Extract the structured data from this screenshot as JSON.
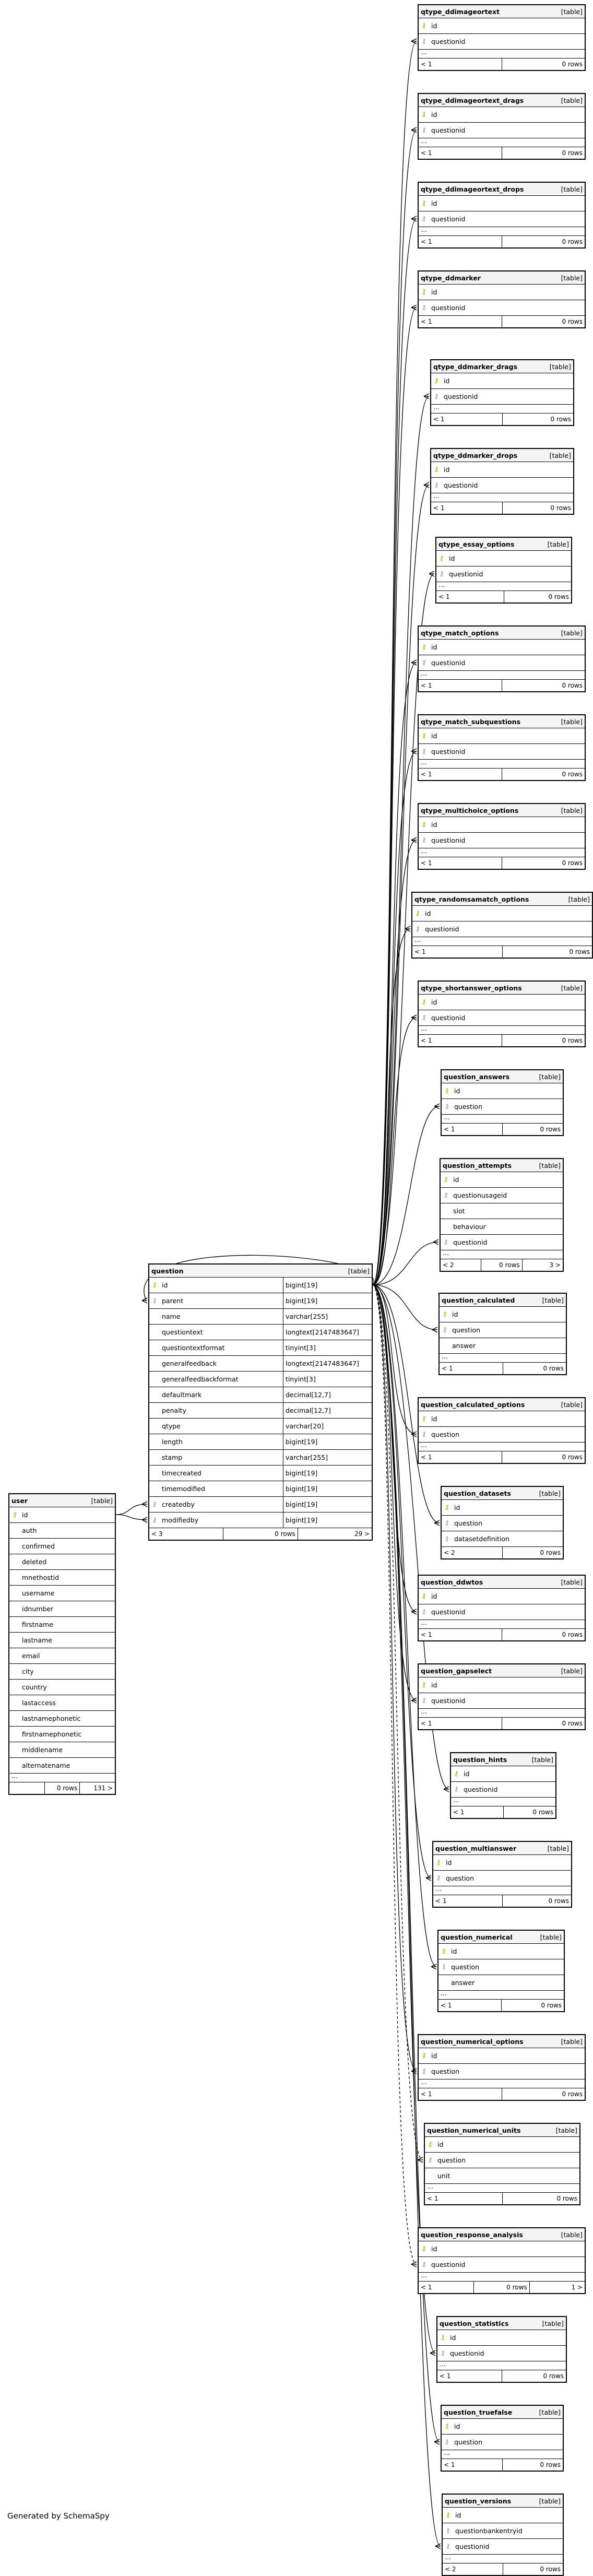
{
  "generated_by": "Generated by SchemaSpy",
  "icons": {
    "primary_key": "key-icon",
    "foreign_key": "fk-key-icon"
  },
  "colors": {
    "primary_key": "#c9a400",
    "foreign_key": "#999999",
    "border": "#000000",
    "header_bg": "#f4f4f4"
  },
  "tables": [
    {
      "id": "t0",
      "name": "qtype_ddimageortext",
      "type": "[table]",
      "columns": [
        {
          "name": "id",
          "key": "pk"
        },
        {
          "name": "questionid",
          "key": "fk"
        }
      ],
      "ellipsis": true,
      "footer": [
        "< 1",
        "0 rows"
      ]
    },
    {
      "id": "t1",
      "name": "qtype_ddimageortext_drags",
      "type": "[table]",
      "columns": [
        {
          "name": "id",
          "key": "pk"
        },
        {
          "name": "questionid",
          "key": "fk"
        }
      ],
      "ellipsis": true,
      "footer": [
        "< 1",
        "0 rows"
      ]
    },
    {
      "id": "t2",
      "name": "qtype_ddimageortext_drops",
      "type": "[table]",
      "columns": [
        {
          "name": "id",
          "key": "pk"
        },
        {
          "name": "questionid",
          "key": "fk"
        }
      ],
      "ellipsis": true,
      "footer": [
        "< 1",
        "0 rows"
      ]
    },
    {
      "id": "t3",
      "name": "qtype_ddmarker",
      "type": "[table]",
      "columns": [
        {
          "name": "id",
          "key": "pk"
        },
        {
          "name": "questionid",
          "key": "fk"
        }
      ],
      "ellipsis": false,
      "footer": [
        "< 1",
        "0 rows"
      ]
    },
    {
      "id": "t4",
      "name": "qtype_ddmarker_drags",
      "type": "[table]",
      "columns": [
        {
          "name": "id",
          "key": "pk"
        },
        {
          "name": "questionid",
          "key": "fk"
        }
      ],
      "ellipsis": true,
      "footer": [
        "< 1",
        "0 rows"
      ]
    },
    {
      "id": "t5",
      "name": "qtype_ddmarker_drops",
      "type": "[table]",
      "columns": [
        {
          "name": "id",
          "key": "pk"
        },
        {
          "name": "questionid",
          "key": "fk"
        }
      ],
      "ellipsis": true,
      "footer": [
        "< 1",
        "0 rows"
      ]
    },
    {
      "id": "t6",
      "name": "qtype_essay_options",
      "type": "[table]",
      "columns": [
        {
          "name": "id",
          "key": "pk"
        },
        {
          "name": "questionid",
          "key": "fk"
        }
      ],
      "ellipsis": true,
      "footer": [
        "< 1",
        "0 rows"
      ]
    },
    {
      "id": "t7",
      "name": "qtype_match_options",
      "type": "[table]",
      "columns": [
        {
          "name": "id",
          "key": "pk"
        },
        {
          "name": "questionid",
          "key": "fk"
        }
      ],
      "ellipsis": true,
      "footer": [
        "< 1",
        "0 rows"
      ]
    },
    {
      "id": "t8",
      "name": "qtype_match_subquestions",
      "type": "[table]",
      "columns": [
        {
          "name": "id",
          "key": "pk"
        },
        {
          "name": "questionid",
          "key": "fk"
        }
      ],
      "ellipsis": true,
      "footer": [
        "< 1",
        "0 rows"
      ]
    },
    {
      "id": "t9",
      "name": "qtype_multichoice_options",
      "type": "[table]",
      "columns": [
        {
          "name": "id",
          "key": "pk"
        },
        {
          "name": "questionid",
          "key": "fk"
        }
      ],
      "ellipsis": true,
      "footer": [
        "< 1",
        "0 rows"
      ]
    },
    {
      "id": "t10",
      "name": "qtype_randomsamatch_options",
      "type": "[table]",
      "columns": [
        {
          "name": "id",
          "key": "pk"
        },
        {
          "name": "questionid",
          "key": "fk"
        }
      ],
      "ellipsis": true,
      "footer": [
        "< 1",
        "0 rows"
      ]
    },
    {
      "id": "t11",
      "name": "qtype_shortanswer_options",
      "type": "[table]",
      "columns": [
        {
          "name": "id",
          "key": "pk"
        },
        {
          "name": "questionid",
          "key": "fk"
        }
      ],
      "ellipsis": true,
      "footer": [
        "< 1",
        "0 rows"
      ]
    },
    {
      "id": "t12",
      "name": "question_answers",
      "type": "[table]",
      "columns": [
        {
          "name": "id",
          "key": "pk"
        },
        {
          "name": "question",
          "key": "fk"
        }
      ],
      "ellipsis": true,
      "footer": [
        "< 1",
        "0 rows"
      ]
    },
    {
      "id": "t13",
      "name": "question_attempts",
      "type": "[table]",
      "columns": [
        {
          "name": "id",
          "key": "pk"
        },
        {
          "name": "questionusageid",
          "key": "fk"
        },
        {
          "name": "slot",
          "key": ""
        },
        {
          "name": "behaviour",
          "key": ""
        },
        {
          "name": "questionid",
          "key": "fk"
        }
      ],
      "ellipsis": true,
      "footer": [
        "< 2",
        "0 rows",
        "3 >"
      ]
    },
    {
      "id": "t14",
      "name": "question_calculated",
      "type": "[table]",
      "columns": [
        {
          "name": "id",
          "key": "pk"
        },
        {
          "name": "question",
          "key": "fk"
        },
        {
          "name": "answer",
          "key": ""
        }
      ],
      "ellipsis": true,
      "footer": [
        "< 1",
        "0 rows"
      ]
    },
    {
      "id": "t15",
      "name": "question_calculated_options",
      "type": "[table]",
      "columns": [
        {
          "name": "id",
          "key": "pk"
        },
        {
          "name": "question",
          "key": "fk"
        }
      ],
      "ellipsis": true,
      "footer": [
        "< 1",
        "0 rows"
      ]
    },
    {
      "id": "t16",
      "name": "question_datasets",
      "type": "[table]",
      "columns": [
        {
          "name": "id",
          "key": "pk"
        },
        {
          "name": "question",
          "key": "fk"
        },
        {
          "name": "datasetdefinition",
          "key": "fk"
        }
      ],
      "ellipsis": false,
      "footer": [
        "< 2",
        "0 rows"
      ]
    },
    {
      "id": "t17",
      "name": "question_ddwtos",
      "type": "[table]",
      "columns": [
        {
          "name": "id",
          "key": "pk"
        },
        {
          "name": "questionid",
          "key": "fk"
        }
      ],
      "ellipsis": true,
      "footer": [
        "< 1",
        "0 rows"
      ]
    },
    {
      "id": "t18",
      "name": "question_gapselect",
      "type": "[table]",
      "columns": [
        {
          "name": "id",
          "key": "pk"
        },
        {
          "name": "questionid",
          "key": "fk"
        }
      ],
      "ellipsis": true,
      "footer": [
        "< 1",
        "0 rows"
      ]
    },
    {
      "id": "t19",
      "name": "question_hints",
      "type": "[table]",
      "columns": [
        {
          "name": "id",
          "key": "pk"
        },
        {
          "name": "questionid",
          "key": "fk"
        }
      ],
      "ellipsis": true,
      "footer": [
        "< 1",
        "0 rows"
      ]
    },
    {
      "id": "t20",
      "name": "question_multianswer",
      "type": "[table]",
      "columns": [
        {
          "name": "id",
          "key": "pk"
        },
        {
          "name": "question",
          "key": "fk"
        }
      ],
      "ellipsis": true,
      "footer": [
        "< 1",
        "0 rows"
      ]
    },
    {
      "id": "t21",
      "name": "question_numerical",
      "type": "[table]",
      "columns": [
        {
          "name": "id",
          "key": "pk"
        },
        {
          "name": "question",
          "key": "fk"
        },
        {
          "name": "answer",
          "key": ""
        }
      ],
      "ellipsis": true,
      "footer": [
        "< 1",
        "0 rows"
      ]
    },
    {
      "id": "t22",
      "name": "question_numerical_options",
      "type": "[table]",
      "columns": [
        {
          "name": "id",
          "key": "pk"
        },
        {
          "name": "question",
          "key": "fk"
        }
      ],
      "ellipsis": true,
      "footer": [
        "< 1",
        "0 rows"
      ]
    },
    {
      "id": "t23",
      "name": "question_numerical_units",
      "type": "[table]",
      "columns": [
        {
          "name": "id",
          "key": "pk"
        },
        {
          "name": "question",
          "key": "fk"
        },
        {
          "name": "unit",
          "key": ""
        }
      ],
      "ellipsis": true,
      "footer": [
        "< 1",
        "0 rows"
      ]
    },
    {
      "id": "t24",
      "name": "question_response_analysis",
      "type": "[table]",
      "columns": [
        {
          "name": "id",
          "key": "pk"
        },
        {
          "name": "questionid",
          "key": "fk"
        }
      ],
      "ellipsis": true,
      "footer": [
        "< 1",
        "0 rows",
        "1 >"
      ]
    },
    {
      "id": "t25",
      "name": "question_statistics",
      "type": "[table]",
      "columns": [
        {
          "name": "id",
          "key": "pk"
        },
        {
          "name": "questionid",
          "key": "fk"
        }
      ],
      "ellipsis": true,
      "footer": [
        "< 1",
        "0 rows"
      ]
    },
    {
      "id": "t26",
      "name": "question_truefalse",
      "type": "[table]",
      "columns": [
        {
          "name": "id",
          "key": "pk"
        },
        {
          "name": "question",
          "key": "fk"
        }
      ],
      "ellipsis": true,
      "footer": [
        "< 1",
        "0 rows"
      ]
    },
    {
      "id": "t27",
      "name": "question_versions",
      "type": "[table]",
      "columns": [
        {
          "name": "id",
          "key": "pk"
        },
        {
          "name": "questionbankentryid",
          "key": "fk"
        },
        {
          "name": "questionid",
          "key": "fk"
        }
      ],
      "ellipsis": true,
      "footer": [
        "< 2",
        "0 rows"
      ]
    },
    {
      "id": "q",
      "name": "question",
      "type": "[table]",
      "columns": [
        {
          "name": "id",
          "key": "pk",
          "type": "bigint[19]"
        },
        {
          "name": "parent",
          "key": "fk",
          "type": "bigint[19]"
        },
        {
          "name": "name",
          "key": "",
          "type": "varchar[255]"
        },
        {
          "name": "questiontext",
          "key": "",
          "type": "longtext[2147483647]"
        },
        {
          "name": "questiontextformat",
          "key": "",
          "type": "tinyint[3]"
        },
        {
          "name": "generalfeedback",
          "key": "",
          "type": "longtext[2147483647]"
        },
        {
          "name": "generalfeedbackformat",
          "key": "",
          "type": "tinyint[3]"
        },
        {
          "name": "defaultmark",
          "key": "",
          "type": "decimal[12,7]"
        },
        {
          "name": "penalty",
          "key": "",
          "type": "decimal[12,7]"
        },
        {
          "name": "qtype",
          "key": "",
          "type": "varchar[20]"
        },
        {
          "name": "length",
          "key": "",
          "type": "bigint[19]"
        },
        {
          "name": "stamp",
          "key": "",
          "type": "varchar[255]"
        },
        {
          "name": "timecreated",
          "key": "",
          "type": "bigint[19]"
        },
        {
          "name": "timemodified",
          "key": "",
          "type": "bigint[19]"
        },
        {
          "name": "createdby",
          "key": "fk",
          "type": "bigint[19]"
        },
        {
          "name": "modifiedby",
          "key": "fk",
          "type": "bigint[19]"
        }
      ],
      "ellipsis": false,
      "footer": [
        "< 3",
        "0 rows",
        "29 >"
      ]
    },
    {
      "id": "u",
      "name": "user",
      "type": "[table]",
      "columns": [
        {
          "name": "id",
          "key": "pk"
        },
        {
          "name": "auth",
          "key": ""
        },
        {
          "name": "confirmed",
          "key": ""
        },
        {
          "name": "deleted",
          "key": ""
        },
        {
          "name": "mnethostid",
          "key": ""
        },
        {
          "name": "username",
          "key": ""
        },
        {
          "name": "idnumber",
          "key": ""
        },
        {
          "name": "firstname",
          "key": ""
        },
        {
          "name": "lastname",
          "key": ""
        },
        {
          "name": "email",
          "key": ""
        },
        {
          "name": "city",
          "key": ""
        },
        {
          "name": "country",
          "key": ""
        },
        {
          "name": "lastaccess",
          "key": ""
        },
        {
          "name": "lastnamephonetic",
          "key": ""
        },
        {
          "name": "firstnamephonetic",
          "key": ""
        },
        {
          "name": "middlename",
          "key": ""
        },
        {
          "name": "alternatename",
          "key": ""
        }
      ],
      "ellipsis": true,
      "footer": [
        "",
        "0 rows",
        "131 >"
      ]
    }
  ]
}
